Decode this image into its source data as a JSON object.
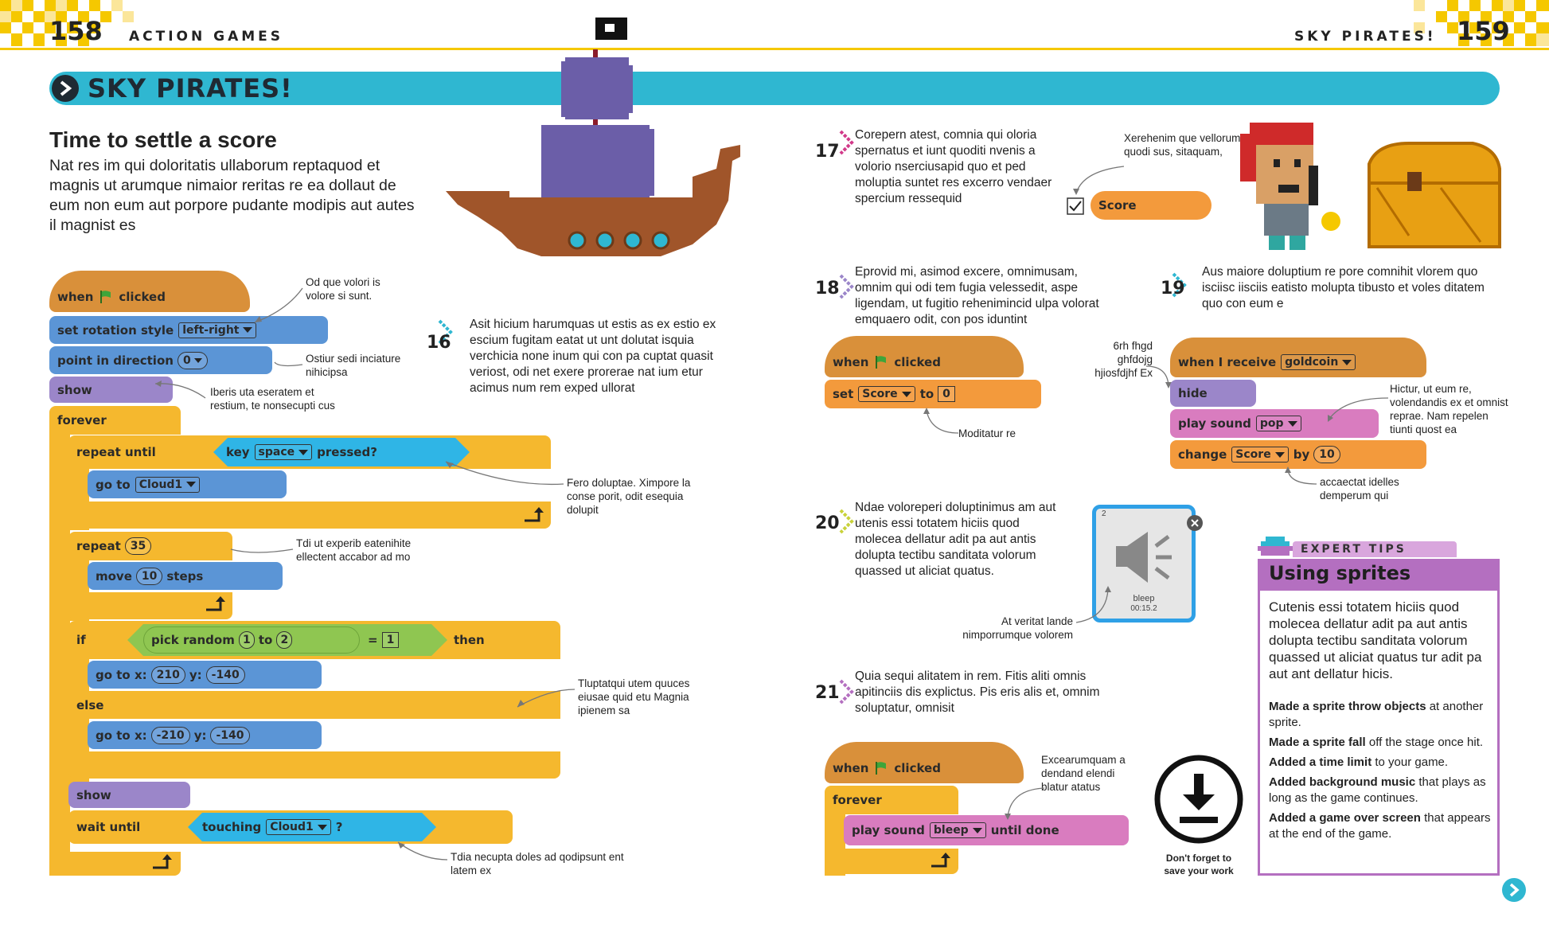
{
  "header": {
    "left_page_number": "158",
    "left_section": "ACTION GAMES",
    "right_section": "SKY PIRATES!",
    "right_page_number": "159"
  },
  "banner": {
    "title": "SKY PIRATES!"
  },
  "intro": {
    "heading": "Time to settle a score",
    "body": "Nat res im qui doloritatis ullaborum reptaquod et magnis ut arumque nimaior reritas re ea dollaut de eum non eum aut porpore pudante modipis aut autes il magnist es"
  },
  "main_script": {
    "when_flag_clicked": {
      "when": "when",
      "clicked": "clicked"
    },
    "set_rotation_style": {
      "label": "set rotation style",
      "value": "left-right"
    },
    "point_in_direction": {
      "label": "point in direction",
      "value": "0"
    },
    "show1": "show",
    "forever": "forever",
    "repeat_until": {
      "label": "repeat until",
      "key": "key",
      "key_value": "space",
      "pressed": "pressed?"
    },
    "go_to_cloud1": {
      "label": "go to",
      "value": "Cloud1"
    },
    "repeat": {
      "label": "repeat",
      "value": "35"
    },
    "move": {
      "label": "move",
      "value": "10",
      "suffix": "steps"
    },
    "if_block": {
      "if": "if",
      "pick_random": "pick random",
      "from": "1",
      "to_label": "to",
      "to": "2",
      "equals": "=",
      "compare": "1",
      "then": "then"
    },
    "go_to_xy_1": {
      "label": "go to x:",
      "x": "210",
      "y_label": "y:",
      "y": "-140"
    },
    "else": "else",
    "go_to_xy_2": {
      "label": "go to x:",
      "x": "-210",
      "y_label": "y:",
      "y": "-140"
    },
    "show2": "show",
    "wait_until": {
      "label": "wait until",
      "touching": "touching",
      "value": "Cloud1",
      "q": "?"
    }
  },
  "annotations_left": {
    "a1": "Od que volori is volore si sunt.",
    "a2": "Ostiur sedi inciature nihicipsa",
    "a3": "Iberis uta eseratem et restium, te nonsecupti cus",
    "a4": "Fero doluptae. Ximpore la conse porit, odit esequia dolupit",
    "a5": "Tdi ut experib eatenihite ellectent accabor ad mo",
    "a6": "Tluptatqui utem quuces eiusae quid etu Magnia ipienem sa",
    "a7": "Tdia necupta doles ad qodipsunt ent latem ex"
  },
  "steps": {
    "s16": {
      "num": "16",
      "text": "Asit hicium harumquas ut estis as ex estio ex escium fugitam eatat ut unt dolutat isquia verchicia none inum qui con pa cuptat quasit veriost, odi net exere prorerae nat ium etur acimus num rem exped ullorat"
    },
    "s17": {
      "num": "17",
      "text": "Corepern atest, comnia qui oloria spernatus et iunt quoditi nvenis a volorio nserciusapid quo et ped moluptia suntet res excerro vendaer spercium ressequid"
    },
    "s18": {
      "num": "18",
      "text": "Eprovid mi, asimod excere, omnimusam, omnim qui odi tem fugia velessedit, aspe ligendam, ut fugitio rehenimincid ulpa volorat emquaero odit, con pos iduntint"
    },
    "s19": {
      "num": "19",
      "text": "Aus maiore doluptium re pore comnihit vlorem quo isciisc iisciis eatisto molupta tibusto et voles ditatem quo con eum e"
    },
    "s20": {
      "num": "20",
      "text": "Ndae voloreperi doluptinimus am aut utenis essi totatem hiciis quod molecea dellatur adit pa aut antis dolupta tectibu sanditata volorum quassed ut aliciat quatus."
    },
    "s21": {
      "num": "21",
      "text": "Quia sequi alitatem in rem. Fitis aliti omnis apitinciis dis explictus. Pis eris alis et, omnim soluptatur, omnisit"
    }
  },
  "score_var": {
    "label": "Score",
    "note": "Xerehenim que vellorum quodi sus, sitaquam,"
  },
  "script18": {
    "when": "when",
    "clicked": "clicked",
    "set": "set",
    "var": "Score",
    "to": "to",
    "value": "0",
    "ann_side": "6rh fhgd ghfdojg hjiosfdjhf Ex",
    "ann_below": "Moditatur re"
  },
  "script19": {
    "when_receive": "when I receive",
    "message": "goldcoin",
    "hide": "hide",
    "play_sound": "play sound",
    "sound": "pop",
    "change": "change",
    "var": "Score",
    "by": "by",
    "amount": "10",
    "ann_right": "Hictur, ut eum re, volendandis ex et omnist reprae. Nam repelen tiunti quost ea",
    "ann_below": "accaectat idelles demperum qui"
  },
  "sound_tile": {
    "index": "2",
    "name": "bleep",
    "duration": "00:15.2",
    "note": "At veritat lande nimporrumque volorem"
  },
  "script21": {
    "when": "when",
    "clicked": "clicked",
    "forever": "forever",
    "play_sound": "play sound",
    "sound": "bleep",
    "until": "until done",
    "ann": "Excearumquam a dendand elendi blatur atatus"
  },
  "save_note": "Don't forget to save your work",
  "tips": {
    "tag": "EXPERT TIPS",
    "title": "Using sprites",
    "body": "Cutenis essi totatem hiciis quod molecea dellatur adit pa aut antis dolupta tectibu sanditata volorum quassed ut aliciat quatus tur adit pa aut ant dellatur hicis.",
    "items": [
      {
        "bold": "Made a sprite throw objects",
        "rest": " at another sprite."
      },
      {
        "bold": "Made a sprite fall",
        "rest": " off the stage once hit."
      },
      {
        "bold": "Added a time limit",
        "rest": " to your game."
      },
      {
        "bold": "Added background music",
        "rest": " that plays as long as the game continues."
      },
      {
        "bold": "Added a game over screen",
        "rest": " that appears at the end of the game."
      }
    ]
  },
  "colors": {
    "header_yellow": "#f5c800",
    "banner_blue": "#2fb7d1",
    "tips_purple": "#b46fc0",
    "ship_brown": "#a0552a",
    "sail_purple": "#6b5ea8"
  }
}
